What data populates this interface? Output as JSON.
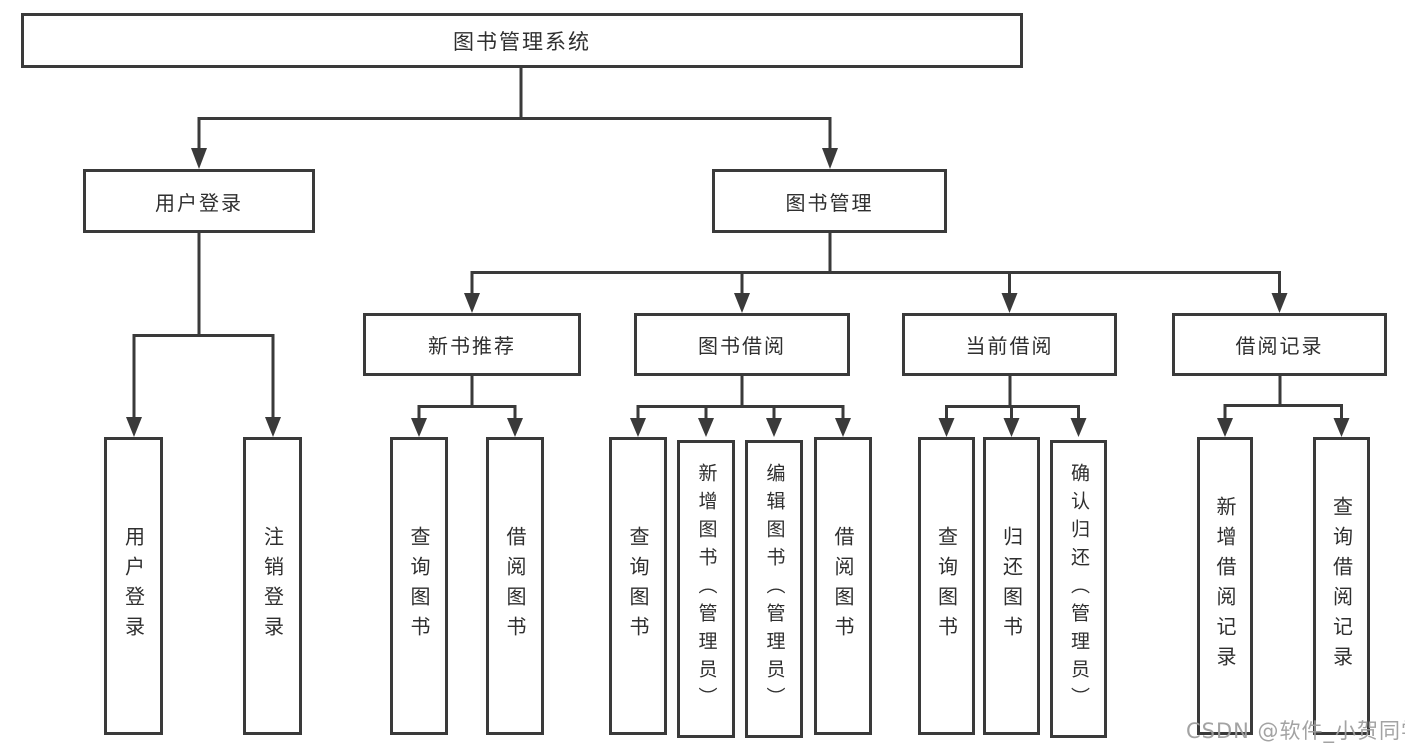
{
  "diagram": {
    "type": "tree",
    "watermark": "CSDN @软件_小贺同学",
    "colors": {
      "background": "#ffffff",
      "line": "#3a3a3a",
      "box_border": "#3a3a3a",
      "box_fill": "#ffffff",
      "text": "#2f2f2f",
      "watermark": "#9e9e9e"
    },
    "tree": {
      "label": "图书管理系统",
      "children": [
        {
          "label": "用户登录",
          "children": [
            {
              "label": "用户登录"
            },
            {
              "label": "注销登录"
            }
          ]
        },
        {
          "label": "图书管理",
          "children": [
            {
              "label": "新书推荐",
              "children": [
                {
                  "label": "查询图书"
                },
                {
                  "label": "借阅图书"
                }
              ]
            },
            {
              "label": "图书借阅",
              "children": [
                {
                  "label": "查询图书"
                },
                {
                  "label": "新增图书（管理员）"
                },
                {
                  "label": "编辑图书（管理员）"
                },
                {
                  "label": "借阅图书"
                }
              ]
            },
            {
              "label": "当前借阅",
              "children": [
                {
                  "label": "查询图书"
                },
                {
                  "label": "归还图书"
                },
                {
                  "label": "确认归还（管理员）"
                }
              ]
            },
            {
              "label": "借阅记录",
              "children": [
                {
                  "label": "新增借阅记录"
                },
                {
                  "label": "查询借阅记录"
                }
              ]
            }
          ]
        }
      ]
    }
  }
}
